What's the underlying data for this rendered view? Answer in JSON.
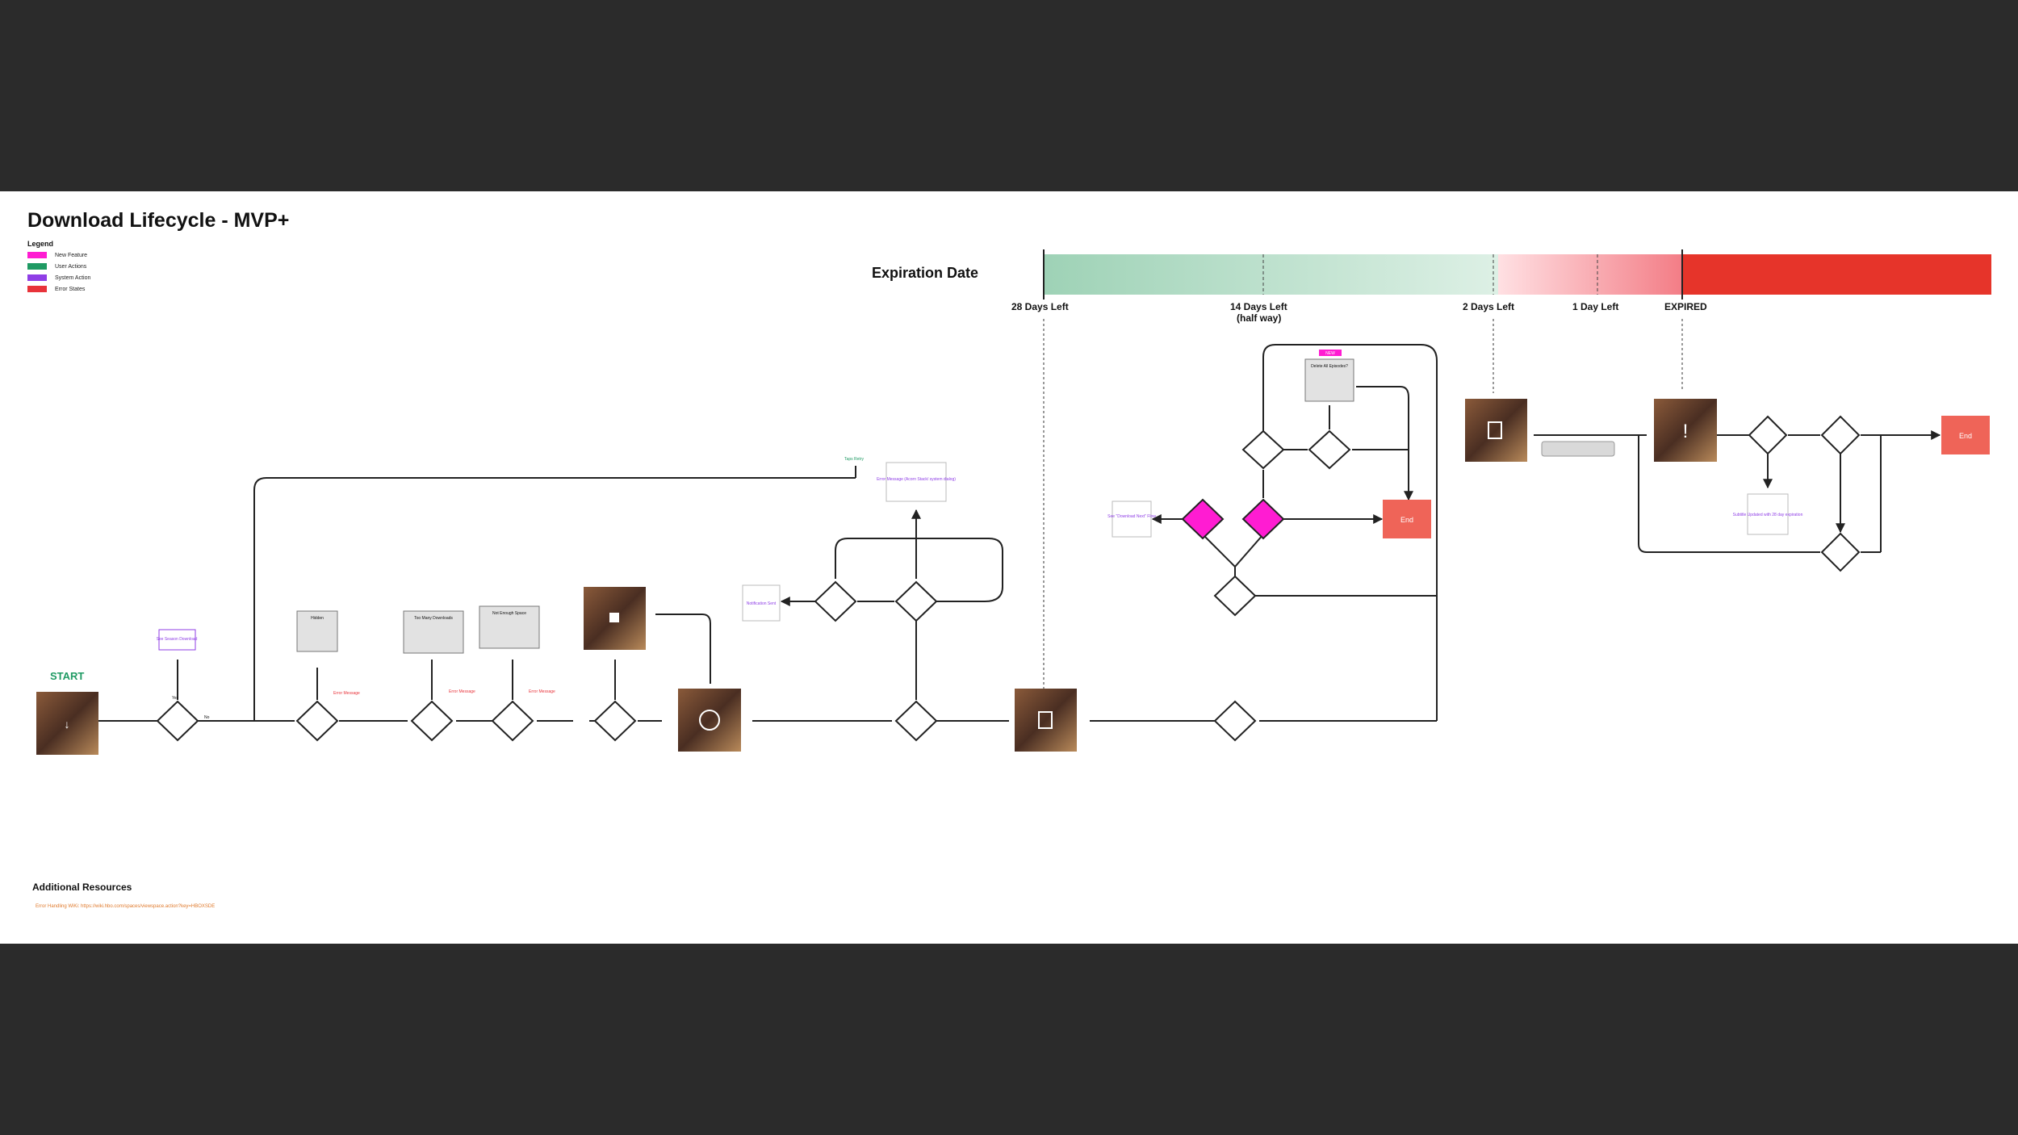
{
  "title": "Download Lifecycle - MVP+",
  "legend": {
    "title": "Legend",
    "items": [
      {
        "label": "New Feature",
        "color": "#ff1cd2"
      },
      {
        "label": "User Actions",
        "color": "#1f9a63"
      },
      {
        "label": "System Action",
        "color": "#8f3ee6"
      },
      {
        "label": "Error States",
        "color": "#e8333a"
      }
    ]
  },
  "expiration": {
    "label": "Expiration Date",
    "markers": [
      "28 Days Left",
      "14 Days Left",
      "(half way)",
      "2 Days Left",
      "1 Day Left",
      "EXPIRED"
    ]
  },
  "start_label": "START",
  "end_labels": [
    "End",
    "End"
  ],
  "nodes": {
    "see_season": "See Season Download",
    "hidden": "Hidden",
    "too_many": "Too Many Downloads",
    "not_enough": "Not Enough Space",
    "error_message_box": "Error Message (Acorn Stack/ system dialog)",
    "notification_sent": "Notification Sent",
    "see_download_next": "See \"Download Next\" Flow",
    "delete_all_box": "Delete All Episodes?",
    "subtitle_updated": "Subtitle Updated with 28 day expiration",
    "taps_retry": "Taps Retry",
    "new_badge": "NEW"
  },
  "error_messages": [
    "Error Message",
    "Error Message",
    "Error Message"
  ],
  "options": {
    "yes": "Yes",
    "no": "No"
  },
  "additional_resources": {
    "title": "Additional Resources",
    "link": "Error Handling WiKi: https://wiki.hbo.com/spaces/viewspace.action?key=HBOXSDE"
  }
}
